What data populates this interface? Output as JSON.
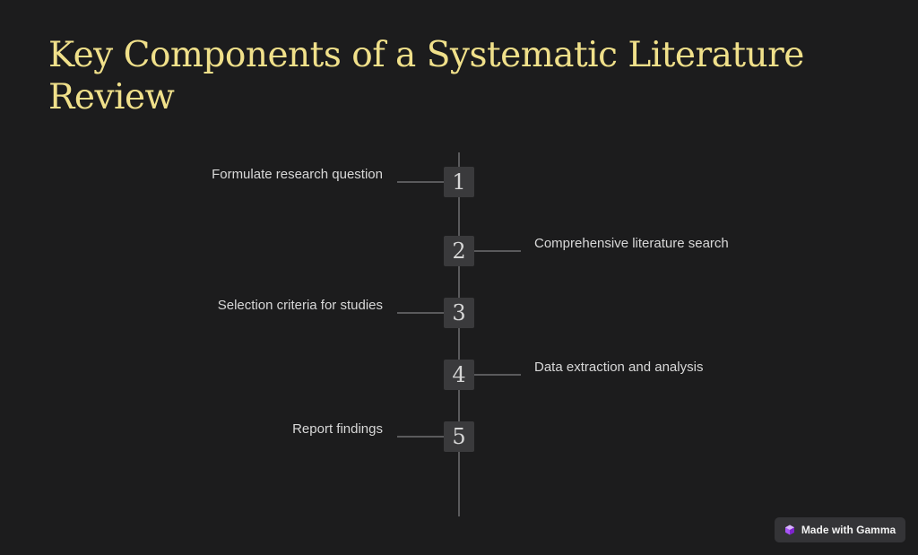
{
  "title": "Key Components of a Systematic Literature Review",
  "steps": [
    {
      "number": "1",
      "label": "Formulate research question",
      "side": "left"
    },
    {
      "number": "2",
      "label": "Comprehensive literature search",
      "side": "right"
    },
    {
      "number": "3",
      "label": "Selection criteria for studies",
      "side": "left"
    },
    {
      "number": "4",
      "label": "Data extraction and analysis",
      "side": "right"
    },
    {
      "number": "5",
      "label": "Report findings",
      "side": "left"
    }
  ],
  "badge": {
    "label": "Made with Gamma",
    "icon": "gamma-logo-icon"
  },
  "colors": {
    "background": "#1c1c1d",
    "title": "#f0e08a",
    "line": "#5a5a5c",
    "number_box": "#3a3a3c",
    "label": "#d8d8d8",
    "badge_bg": "#343437",
    "icon_accent": "#a855f7"
  }
}
